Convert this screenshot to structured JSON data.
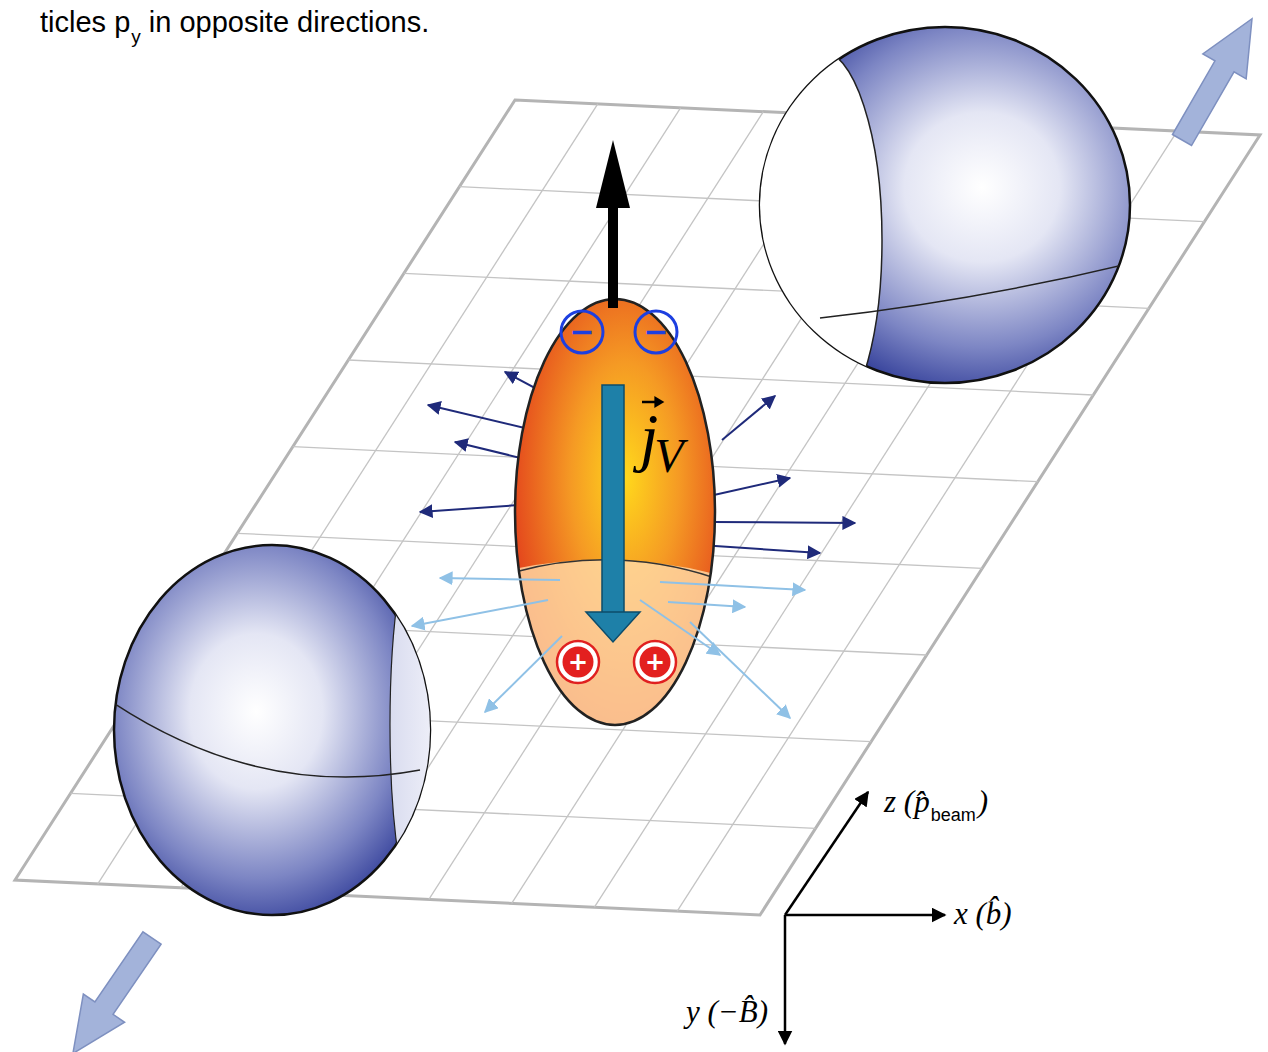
{
  "diagram": {
    "nodes": [
      {
        "text": [
          "−"
        ]
      },
      {
        "text": [
          "−"
        ]
      },
      {
        "text": [
          "+"
        ]
      },
      {
        "text": [
          "+"
        ]
      }
    ],
    "labels": [
      "ticles p",
      "y",
      "in opposite directions.",
      "j",
      "V",
      "z (p̂",
      "beam",
      ")",
      "x (b̂)",
      "y (−B̂)"
    ]
  }
}
